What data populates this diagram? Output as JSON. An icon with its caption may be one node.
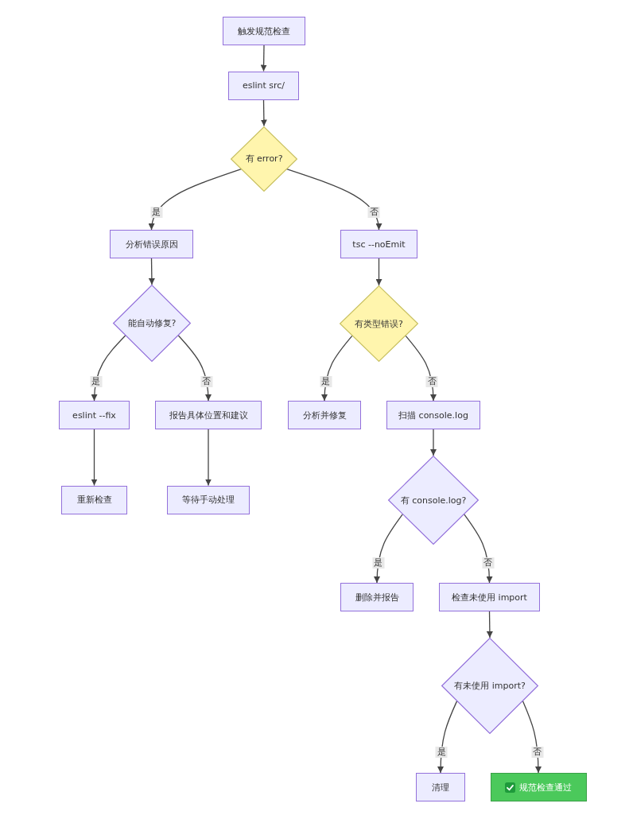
{
  "diagram": {
    "nodes": [
      {
        "text": [
          "触发规范检查"
        ]
      },
      {
        "text": [
          "eslint src/"
        ]
      },
      {
        "text": [
          "有 error?"
        ]
      },
      {
        "text": [
          "分析错误原因"
        ]
      },
      {
        "text": [
          "tsc --noEmit"
        ]
      },
      {
        "text": [
          "能自动修复?"
        ]
      },
      {
        "text": [
          "有类型错误?"
        ]
      },
      {
        "text": [
          "eslint --fix"
        ]
      },
      {
        "text": [
          "报告具体位置和建议"
        ]
      },
      {
        "text": [
          "分析并修复"
        ]
      },
      {
        "text": [
          "扫描 console.log"
        ]
      },
      {
        "text": [
          "重新检查"
        ]
      },
      {
        "text": [
          "等待手动处理"
        ]
      },
      {
        "text": [
          "有 console.log?"
        ]
      },
      {
        "text": [
          "删除并报告"
        ]
      },
      {
        "text": [
          "检查未使用 import"
        ]
      },
      {
        "text": [
          "有未使用 import?"
        ]
      },
      {
        "text": [
          "清理"
        ]
      },
      {
        "text": [
          "规范检查通过"
        ]
      }
    ],
    "edges": [
      {
        "from": 0,
        "to": 1,
        "arrow": "to"
      },
      {
        "from": 1,
        "to": 2,
        "arrow": "to"
      },
      {
        "from": 2,
        "to": 3,
        "label": "是",
        "arrow": "to"
      },
      {
        "from": 2,
        "to": 4,
        "label": "否",
        "arrow": "to"
      },
      {
        "from": 3,
        "to": 5,
        "arrow": "to"
      },
      {
        "from": 4,
        "to": 6,
        "arrow": "to"
      },
      {
        "from": 5,
        "to": 7,
        "label": "是",
        "arrow": "to"
      },
      {
        "from": 5,
        "to": 8,
        "label": "否",
        "arrow": "to"
      },
      {
        "from": 6,
        "to": 9,
        "label": "是",
        "arrow": "to"
      },
      {
        "from": 6,
        "to": 10,
        "label": "否",
        "arrow": "to"
      },
      {
        "from": 7,
        "to": 11,
        "arrow": "to"
      },
      {
        "from": 8,
        "to": 12,
        "arrow": "to"
      },
      {
        "from": 10,
        "to": 13,
        "arrow": "to"
      },
      {
        "from": 13,
        "to": 14,
        "label": "是",
        "arrow": "to"
      },
      {
        "from": 13,
        "to": 15,
        "label": "否",
        "arrow": "to"
      },
      {
        "from": 15,
        "to": 16,
        "arrow": "to"
      },
      {
        "from": 16,
        "to": 17,
        "label": "是",
        "arrow": "to"
      },
      {
        "from": 16,
        "to": 18,
        "label": "否",
        "arrow": "to"
      }
    ]
  }
}
